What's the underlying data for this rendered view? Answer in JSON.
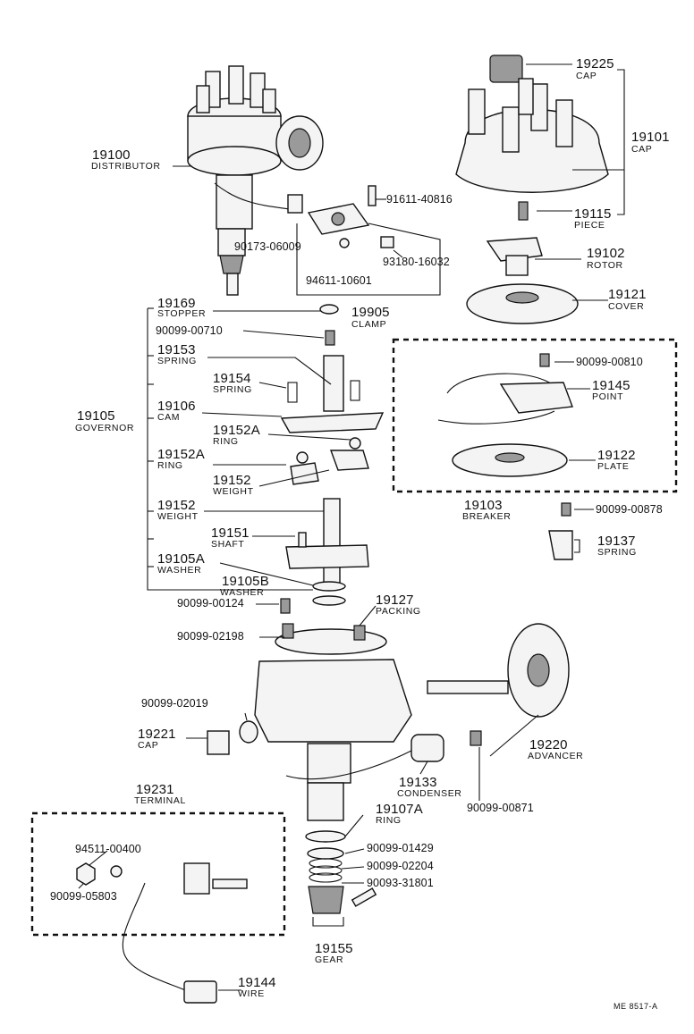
{
  "callouts": [
    {
      "id": "19100",
      "number": "19100",
      "name": "DISTRIBUTOR"
    },
    {
      "id": "19225",
      "number": "19225",
      "name": "CAP"
    },
    {
      "id": "19101",
      "number": "19101",
      "name": "CAP"
    },
    {
      "id": "19115",
      "number": "19115",
      "name": "PIECE"
    },
    {
      "id": "19102",
      "number": "19102",
      "name": "ROTOR"
    },
    {
      "id": "19121",
      "number": "19121",
      "name": "COVER"
    },
    {
      "id": "19905",
      "number": "19905",
      "name": "CLAMP"
    },
    {
      "id": "19169",
      "number": "19169",
      "name": "STOPPER"
    },
    {
      "id": "19153",
      "number": "19153",
      "name": "SPRING"
    },
    {
      "id": "19154",
      "number": "19154",
      "name": "SPRING"
    },
    {
      "id": "19106",
      "number": "19106",
      "name": "CAM"
    },
    {
      "id": "19105",
      "number": "19105",
      "name": "GOVERNOR"
    },
    {
      "id": "19152A-1",
      "number": "19152A",
      "name": "RING"
    },
    {
      "id": "19152A-2",
      "number": "19152A",
      "name": "RING"
    },
    {
      "id": "19152-1",
      "number": "19152",
      "name": "WEIGHT"
    },
    {
      "id": "19152-2",
      "number": "19152",
      "name": "WEIGHT"
    },
    {
      "id": "19151",
      "number": "19151",
      "name": "SHAFT"
    },
    {
      "id": "19105A",
      "number": "19105A",
      "name": "WASHER"
    },
    {
      "id": "19105B",
      "number": "19105B",
      "name": "WASHER"
    },
    {
      "id": "19145",
      "number": "19145",
      "name": "POINT"
    },
    {
      "id": "19122",
      "number": "19122",
      "name": "PLATE"
    },
    {
      "id": "19103",
      "number": "19103",
      "name": "BREAKER"
    },
    {
      "id": "19137",
      "number": "19137",
      "name": "SPRING"
    },
    {
      "id": "19127",
      "number": "19127",
      "name": "PACKING"
    },
    {
      "id": "19221",
      "number": "19221",
      "name": "CAP"
    },
    {
      "id": "19220",
      "number": "19220",
      "name": "ADVANCER"
    },
    {
      "id": "19133",
      "number": "19133",
      "name": "CONDENSER"
    },
    {
      "id": "19107A",
      "number": "19107A",
      "name": "RING"
    },
    {
      "id": "19231",
      "number": "19231",
      "name": "TERMINAL"
    },
    {
      "id": "19155",
      "number": "19155",
      "name": "GEAR"
    },
    {
      "id": "19144",
      "number": "19144",
      "name": "WIRE"
    }
  ],
  "part_numbers": [
    "91611-40816",
    "90173-06009",
    "93180-16032",
    "94611-10601",
    "90099-00710",
    "90099-00810",
    "90099-00878",
    "90099-00124",
    "90099-02198",
    "90099-02019",
    "90099-00871",
    "90099-01429",
    "90099-02204",
    "90093-31801",
    "94511-00400",
    "90099-05803"
  ],
  "diagram_code": "ME 8517-A"
}
